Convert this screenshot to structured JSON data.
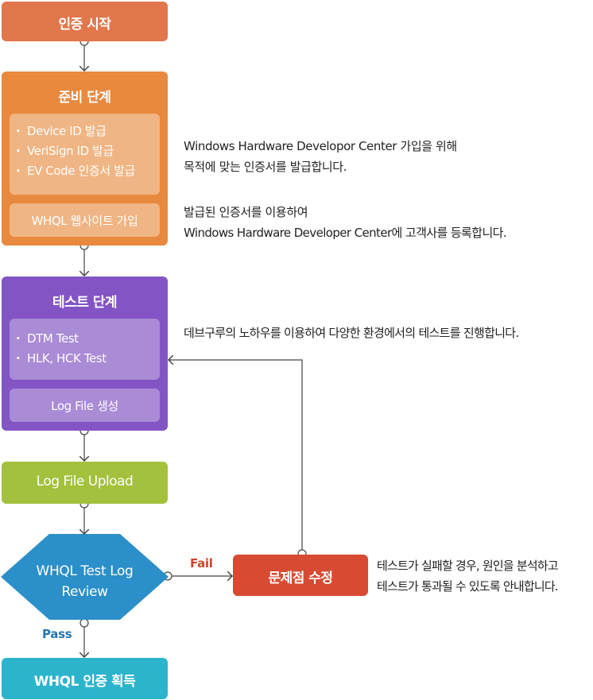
{
  "start": {
    "label": "인증 시작"
  },
  "prep": {
    "title": "준비 단계",
    "items": [
      "Device ID 발급",
      "VeriSign ID 발급",
      "EV Code 인증서 발급"
    ],
    "signup": "WHQL 웹사이트 가입"
  },
  "test": {
    "title": "테스트 단계",
    "items": [
      "DTM Test",
      "HLK, HCK Test"
    ],
    "log": "Log File 생성"
  },
  "upload": {
    "label": "Log File Upload"
  },
  "review": {
    "line1": "WHQL Test Log",
    "line2": "Review"
  },
  "fix": {
    "label": "문제점 수정"
  },
  "done": {
    "label": "WHQL 인증 획득"
  },
  "edges": {
    "fail": "Fail",
    "pass": "Pass"
  },
  "descriptions": {
    "prep1": {
      "line1": "Windows Hardware Developor Center 가입을 위해",
      "line2": "목적에 맞는 인증서를 발급합니다."
    },
    "prep2": {
      "line1": "발급된 인증서를 이용하여",
      "line2": "Windows Hardware Developer Center에 고객사를 등록합니다."
    },
    "test": {
      "line1": "데브구루의 노하우를 이용하여 다양한 환경에서의 테스트를 진행합니다."
    },
    "fix": {
      "line1": "테스트가 실패할 경우, 원인을 분석하고",
      "line2": "테스트가 통과될 수 있도록 안내합니다."
    }
  },
  "colors": {
    "start": "#e2774c",
    "prep": "#e9893e",
    "prep_inner": "#f0b584",
    "test": "#8354c4",
    "test_inner": "#a98bd6",
    "upload": "#a3c13c",
    "review": "#2b8fc9",
    "fix": "#d84a32",
    "done": "#2bb4cc",
    "fail_text": "#d0452f",
    "pass_text": "#2577b3"
  }
}
